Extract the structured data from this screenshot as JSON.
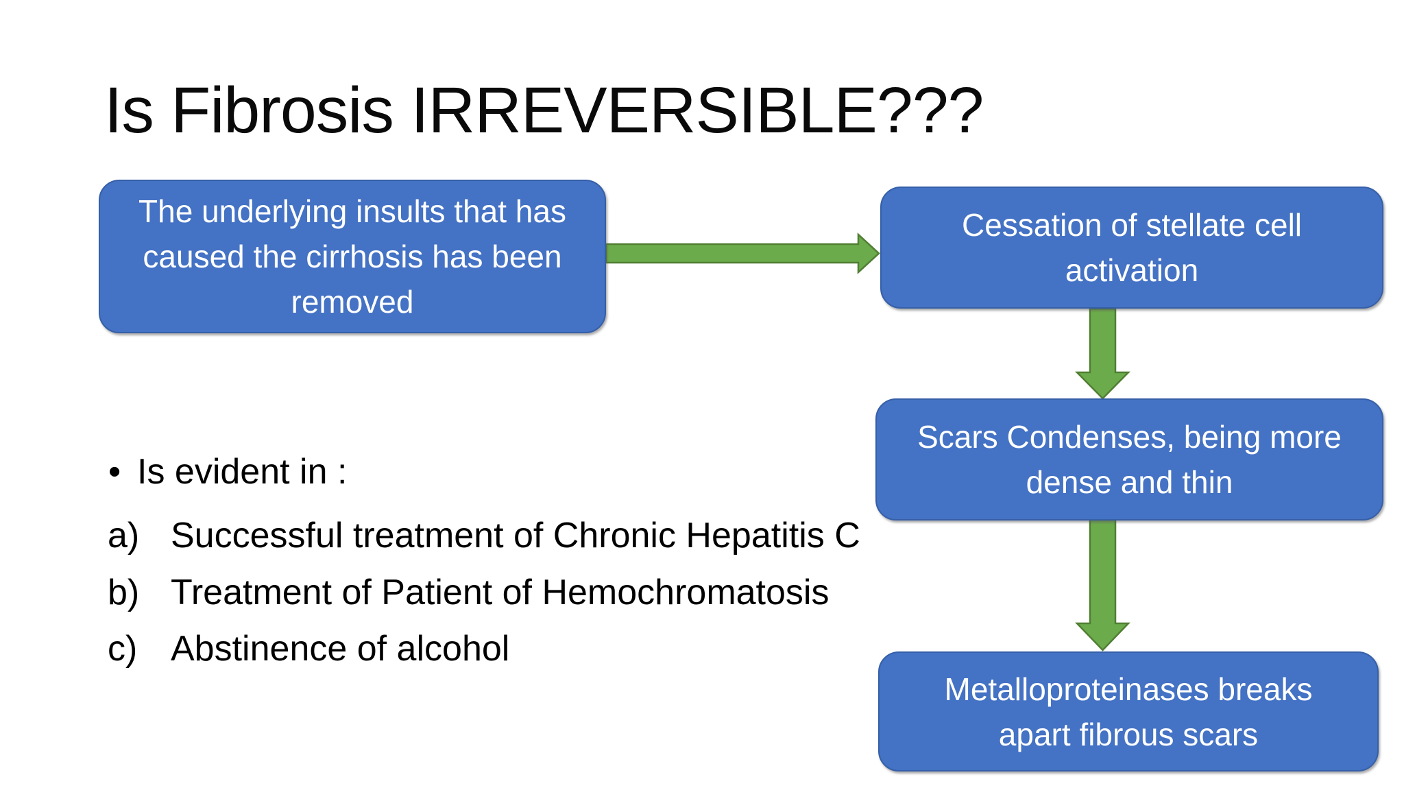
{
  "slide": {
    "title": "Is Fibrosis IRREVERSIBLE???",
    "flow_boxes": [
      {
        "id": "underlying-insult-removed",
        "lines": [
          "The underlying insults that has",
          "caused the cirrhosis has been",
          "removed"
        ]
      },
      {
        "id": "cessation-stellate-activation",
        "lines": [
          "Cessation of stellate cell",
          "activation"
        ]
      },
      {
        "id": "scars-condense",
        "lines": [
          "Scars Condenses, being more",
          "dense and thin"
        ]
      },
      {
        "id": "metalloproteinases-break-scars",
        "lines": [
          "Metalloproteinases breaks",
          "apart fibrous scars"
        ]
      }
    ],
    "bullet": {
      "marker": "•",
      "text": "Is evident in :"
    },
    "list_items": [
      {
        "marker": "a)",
        "text": "Successful treatment of Chronic Hepatitis C"
      },
      {
        "marker": "b)",
        "text": "Treatment of Patient of Hemochromatosis"
      },
      {
        "marker": "c)",
        "text": "Abstinence of alcohol"
      }
    ],
    "colors": {
      "background": "#FFFFFF",
      "box_fill": "#4472C4",
      "box_border": "#355FA8",
      "arrow_fill": "#6CAB4C",
      "arrow_border": "#507E32",
      "box_text": "#FFFFFF",
      "body_text": "#000000"
    }
  }
}
